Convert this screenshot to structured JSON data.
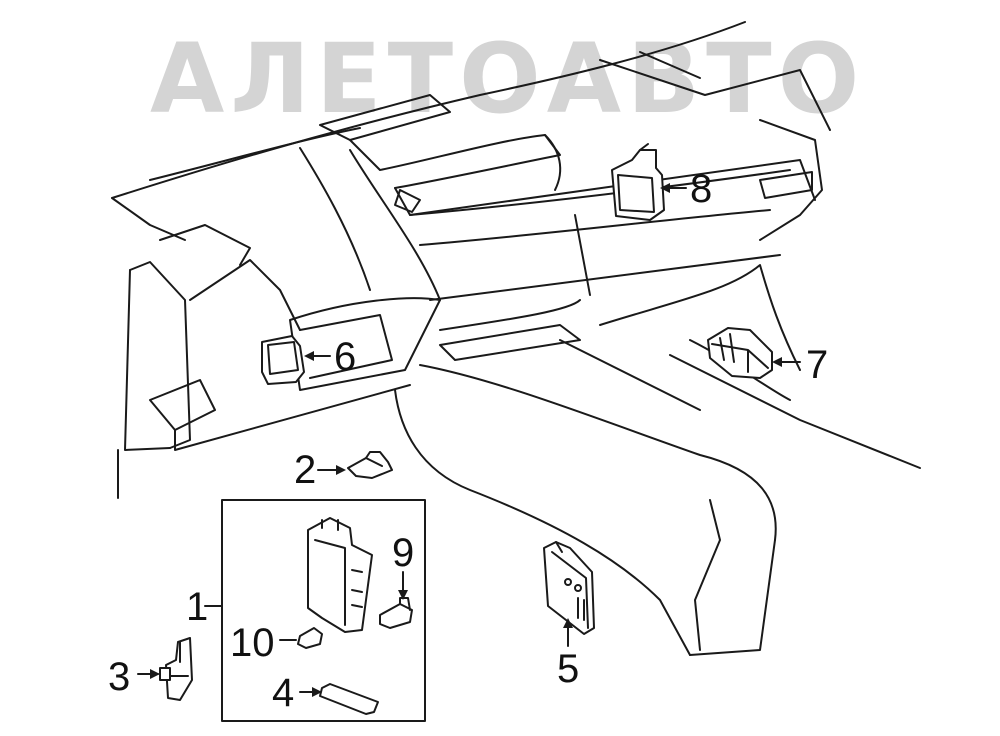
{
  "watermark": {
    "text": "АЛЕТОАВТО",
    "color": "#d4d4d4"
  },
  "callouts": {
    "c1": "1",
    "c2": "2",
    "c3": "3",
    "c4": "4",
    "c5": "5",
    "c6": "6",
    "c7": "7",
    "c8": "8",
    "c9": "9",
    "c10": "10"
  },
  "colors": {
    "line": "#1a1a1a",
    "background": "#ffffff"
  }
}
